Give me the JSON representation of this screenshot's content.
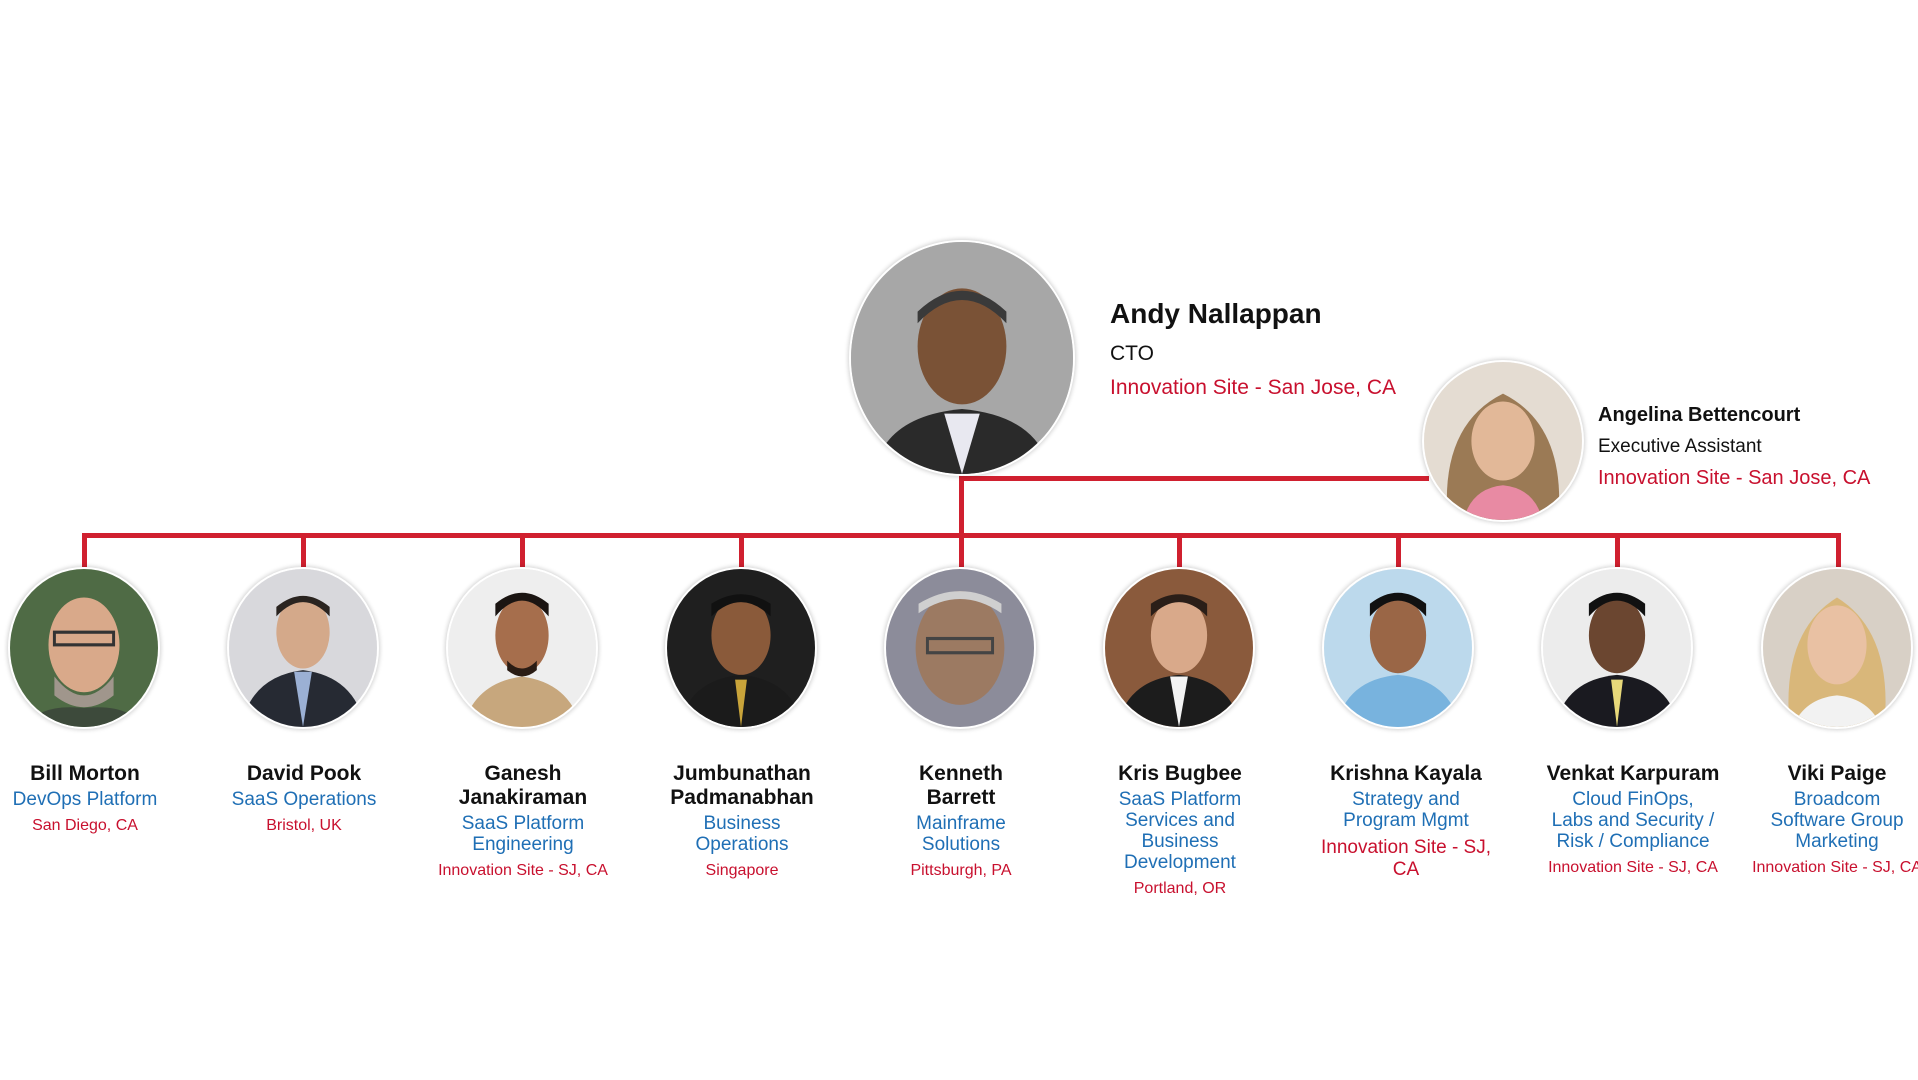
{
  "leader": {
    "name": "Andy Nallappan",
    "title": "CTO",
    "location": "Innovation Site - San Jose, CA"
  },
  "assistant": {
    "name": "Angelina Bettencourt",
    "title": "Executive Assistant",
    "location": "Innovation Site - San Jose, CA"
  },
  "reports": [
    {
      "name": "Bill Morton",
      "dept": "DevOps Platform",
      "location": "San Diego, CA"
    },
    {
      "name": "David Pook",
      "dept": "SaaS Operations",
      "location": "Bristol, UK"
    },
    {
      "name": "Ganesh Janakiraman",
      "dept": "SaaS Platform Engineering",
      "location": "Innovation Site - SJ, CA"
    },
    {
      "name": "Jumbunathan Padmanabhan",
      "dept": "Business Operations",
      "location": "Singapore"
    },
    {
      "name": "Kenneth Barrett",
      "dept": "Mainframe Solutions",
      "location": "Pittsburgh, PA"
    },
    {
      "name": "Kris Bugbee",
      "dept": "SaaS Platform Services and Business Development",
      "location": "Portland, OR"
    },
    {
      "name": "Krishna Kayala",
      "dept": "Strategy and Program Mgmt",
      "location": "Innovation Site - SJ, CA"
    },
    {
      "name": "Venkat Karpuram",
      "dept": "Cloud FinOps, Labs and Security / Risk / Compliance",
      "location": "Innovation Site - SJ, CA"
    },
    {
      "name": "Viki Paige",
      "dept": "Broadcom Software Group Marketing",
      "location": "Innovation Site - SJ, CA"
    }
  ],
  "colors": {
    "connector": "#d0202f",
    "location_text": "#c8102e",
    "department_text": "#1f6fb5"
  }
}
